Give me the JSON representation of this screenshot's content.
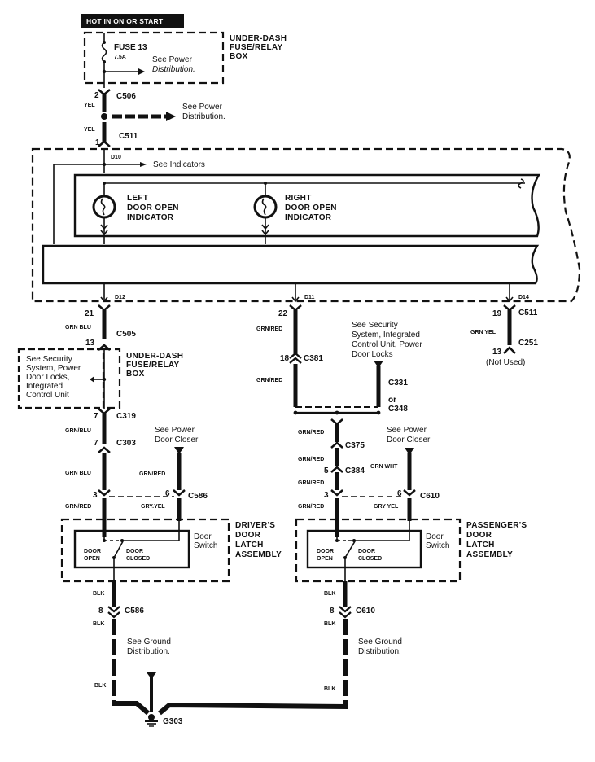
{
  "header": {
    "power_label": "HOT IN ON OR START"
  },
  "fuse_box": {
    "title_lines": [
      "UNDER-DASH",
      "FUSE/RELAY",
      "BOX"
    ],
    "fuse_name": "FUSE 13",
    "fuse_rating": "7.5A",
    "note_lines": [
      "See Power",
      "Distribution."
    ]
  },
  "upper_wires": {
    "c506": {
      "pin": "2",
      "name": "C506",
      "color": "YEL"
    },
    "splice_note": [
      "See Power",
      "Distribution."
    ],
    "c511": {
      "pin": "1",
      "name": "C511",
      "color": "YEL"
    }
  },
  "gauge_assembly": {
    "d10": "D10",
    "see_indicators": "See Indicators",
    "left_indicator": [
      "LEFT",
      "DOOR OPEN",
      "INDICATOR"
    ],
    "right_indicator": [
      "RIGHT",
      "DOOR OPEN",
      "INDICATOR"
    ],
    "d12": "D12",
    "d11": "D11",
    "d14": "D14"
  },
  "left_branch": {
    "c505_top_pin": "21",
    "wire1": "GRN BLU",
    "c505": "C505",
    "c505_bottom_pin": "13",
    "fuse_box_title": [
      "UNDER-DASH",
      "FUSE/RELAY",
      "BOX"
    ],
    "fuse_box_note": [
      "See Security",
      "System, Power",
      "Door Locks,",
      "Integrated",
      "Control Unit"
    ],
    "c319_pin": "7",
    "c319": "C319",
    "wire2": "GRN/BLU",
    "c303_pin": "7",
    "c303": "C303",
    "wire3": "GRN BLU",
    "closer_note": [
      "See Power",
      "Door Closer"
    ],
    "closer_wire": "GRN/RED",
    "c586_left_pin": "3",
    "c586_right_pin": "6",
    "c586": "C586",
    "wire4": "GRN/RED",
    "wire5": "GRY.YEL"
  },
  "driver_latch": {
    "title": [
      "DRIVER'S",
      "DOOR",
      "LATCH",
      "ASSEMBLY"
    ],
    "switch_label": [
      "Door",
      "Switch"
    ],
    "door_open": [
      "DOOR",
      "OPEN"
    ],
    "door_closed": [
      "DOOR",
      "CLOSED"
    ],
    "blk_top": "BLK",
    "pin": "8",
    "connector": "C586",
    "blk_bottom": "BLK",
    "ground_note": [
      "See Ground",
      "Distribution."
    ]
  },
  "middle_branch": {
    "c381_top_pin": "22",
    "wire1": "GRN/RED",
    "c381_pin": "18",
    "c381": "C381",
    "wire2": "GRN/RED",
    "security_note": [
      "See Security",
      "System, Integrated",
      "Control Unit, Power",
      "Door Locks"
    ],
    "c331": "C331",
    "or": "or",
    "c348": "C348"
  },
  "right_branch": {
    "wire1": "GRN/RED",
    "c375": "C375",
    "wire2": "GRN/RED",
    "c384_pin": "5",
    "c384": "C384",
    "wire3": "GRN/RED",
    "closer_note": [
      "See Power",
      "Door Closer"
    ],
    "closer_wire": "GRN WHT",
    "c610_left_pin": "3",
    "c610_right_pin": "6",
    "c610": "C610",
    "wire4": "GRN/RED",
    "wire5": "GRY YEL"
  },
  "passenger_latch": {
    "title": [
      "PASSENGER'S",
      "DOOR",
      "LATCH",
      "ASSEMBLY"
    ],
    "switch_label": [
      "Door",
      "Switch"
    ],
    "door_open": [
      "DOOR",
      "OPEN"
    ],
    "door_closed": [
      "DOOR",
      "CLOSED"
    ],
    "blk_top": "BLK",
    "pin": "8",
    "connector": "C610",
    "blk_bottom": "BLK",
    "ground_note": [
      "See Ground",
      "Distribution."
    ]
  },
  "far_right_branch": {
    "c511_pin": "19",
    "c511": "C511",
    "wire": "GRN YEL",
    "c251": "C251",
    "c251_pin": "13",
    "not_used": "(Not Used)"
  },
  "ground": {
    "left_wire": "BLK",
    "right_wire": "BLK",
    "name": "G303"
  }
}
